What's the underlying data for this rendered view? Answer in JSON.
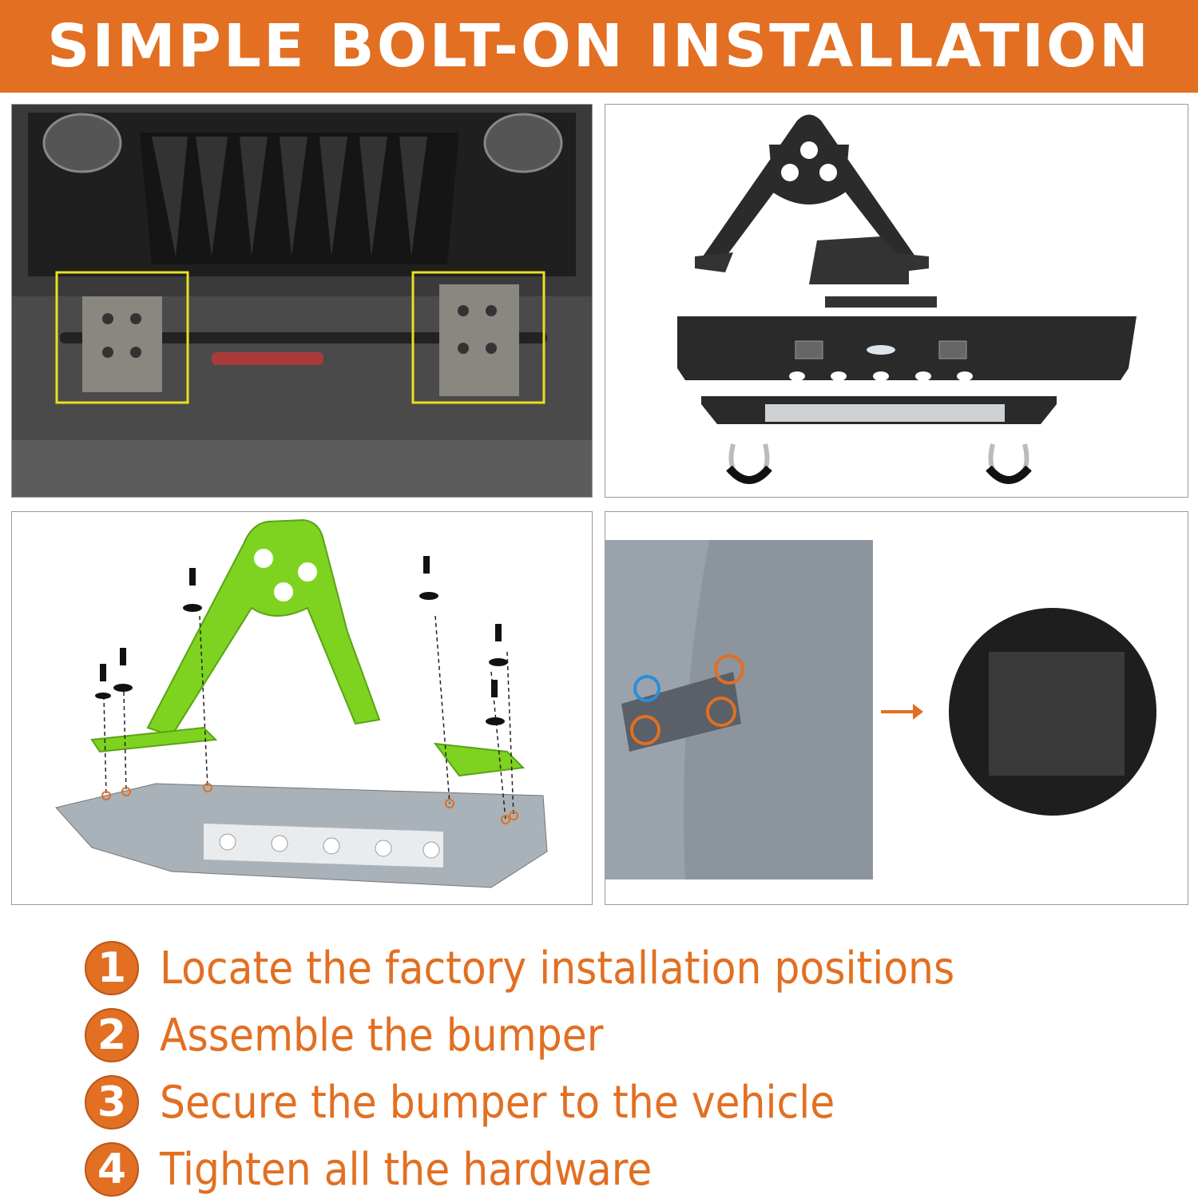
{
  "header": {
    "title": "SIMPLE BOLT-ON INSTALLATION"
  },
  "colors": {
    "accent": "#E26F22",
    "highlight_green": "#7ED321",
    "box_yellow": "#E8E020",
    "marker_blue": "#2A8FD8"
  },
  "steps": [
    {
      "number": "1",
      "text": "Locate the factory installation positions"
    },
    {
      "number": "2",
      "text": "Assemble the bumper"
    },
    {
      "number": "3",
      "text": "Secure the bumper to the vehicle"
    },
    {
      "number": "4",
      "text": "Tighten all the hardware"
    }
  ]
}
